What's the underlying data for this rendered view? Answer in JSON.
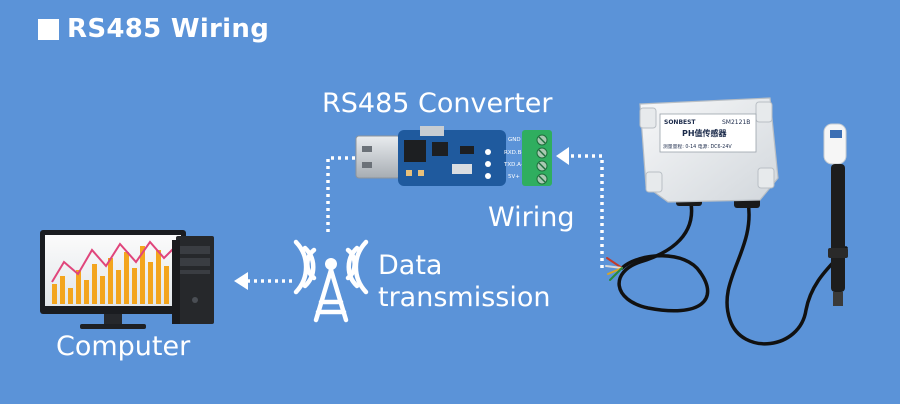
{
  "heading": "RS485 Wiring",
  "labels": {
    "converter": "RS485 Converter",
    "wiring": "Wiring",
    "data_transmission": [
      "Data",
      "transmission"
    ],
    "computer": "Computer"
  },
  "converter_pins": [
    "GND",
    "RXD.B-",
    "TXD.A+",
    "5V+"
  ],
  "sensor": {
    "brand": "SONBEST",
    "model": "SM2121B",
    "name": "PH值传感器",
    "spec": "测量量程: 0-14    电源: DC6-24V"
  },
  "colors": {
    "background": "#5b93d8",
    "text": "#ffffff",
    "pcb": "#1f5a9e",
    "terminal": "#2fae5f",
    "sensor_body": "#eef1f3"
  }
}
